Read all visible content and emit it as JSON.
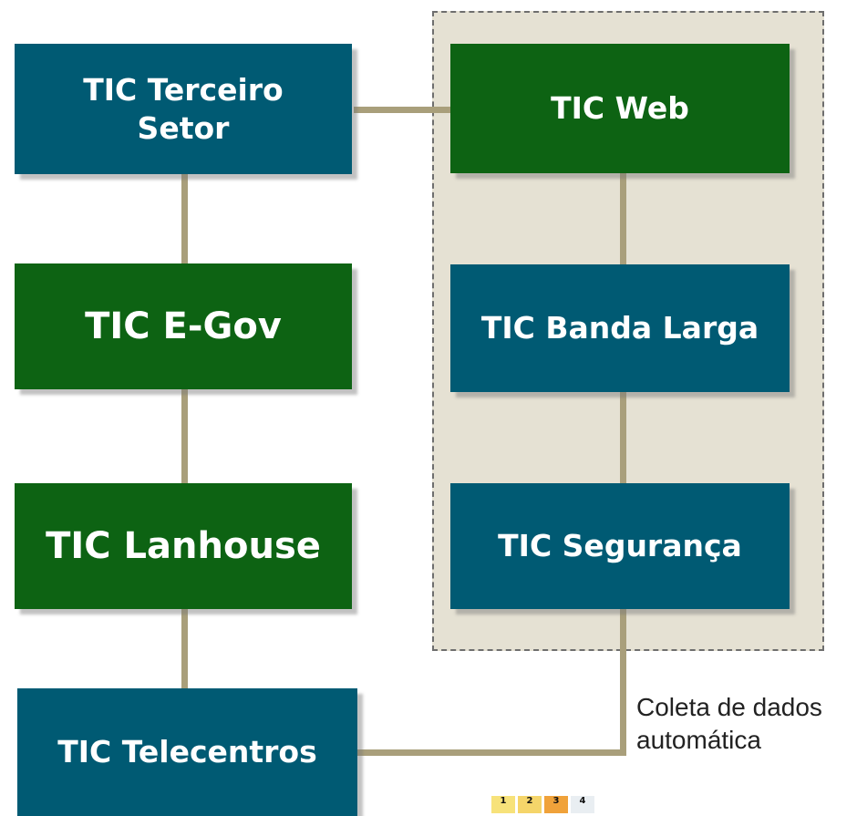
{
  "boxes": {
    "terceiro_setor": "TIC Terceiro\nSetor",
    "egov": "TIC E-Gov",
    "lanhouse": "TIC Lanhouse",
    "telecentros": "TIC Telecentros",
    "web": "TIC Web",
    "banda_larga": "TIC Banda Larga",
    "seguranca": "TIC Segurança"
  },
  "caption": "Coleta de dados\nautomática",
  "legend": [
    "1",
    "2",
    "3",
    "4"
  ],
  "colors": {
    "teal": "#005a73",
    "green": "#0d6313",
    "connector": "#a99f7b",
    "panel": "#e5e1d3"
  }
}
